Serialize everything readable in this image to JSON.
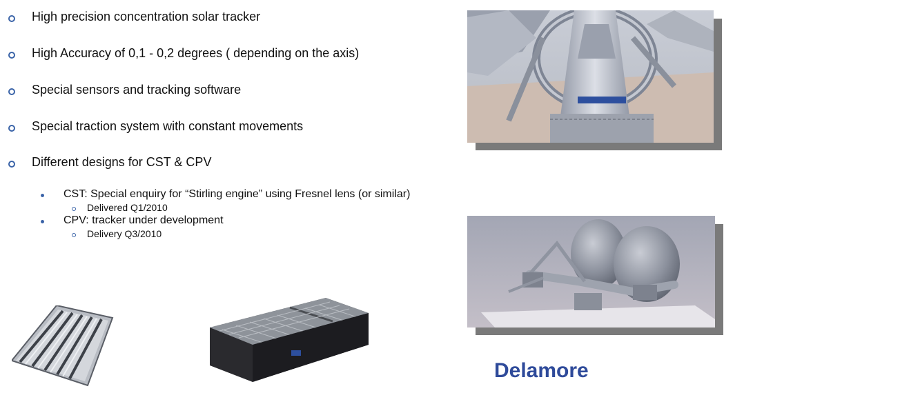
{
  "bullets": [
    "High precision concentration solar tracker",
    "High Accuracy of  0,1 - 0,2  degrees ( depending on the axis)",
    "Special sensors and tracking software",
    "Special traction system with constant movements",
    "Different designs for CST & CPV"
  ],
  "sub_bullets": [
    {
      "text": "CST: Special enquiry for “Stirling engine” using Fresnel lens (or similar)",
      "detail": "Delivered Q1/2010"
    },
    {
      "text": "CPV: tracker under development",
      "detail": "Delivery Q3/2010"
    }
  ],
  "images": {
    "top": "tracker-ring-mechanism-photo",
    "middle": "twin-dish-tracker-render",
    "bottom_left": "fresnel-lens-panel-photo",
    "bottom_center": "cpv-module-photo"
  },
  "brand": "Delamore",
  "colors": {
    "bullet": "#3b64a8",
    "brand": "#2e4a9a",
    "shadow": "#7a7a7a"
  }
}
